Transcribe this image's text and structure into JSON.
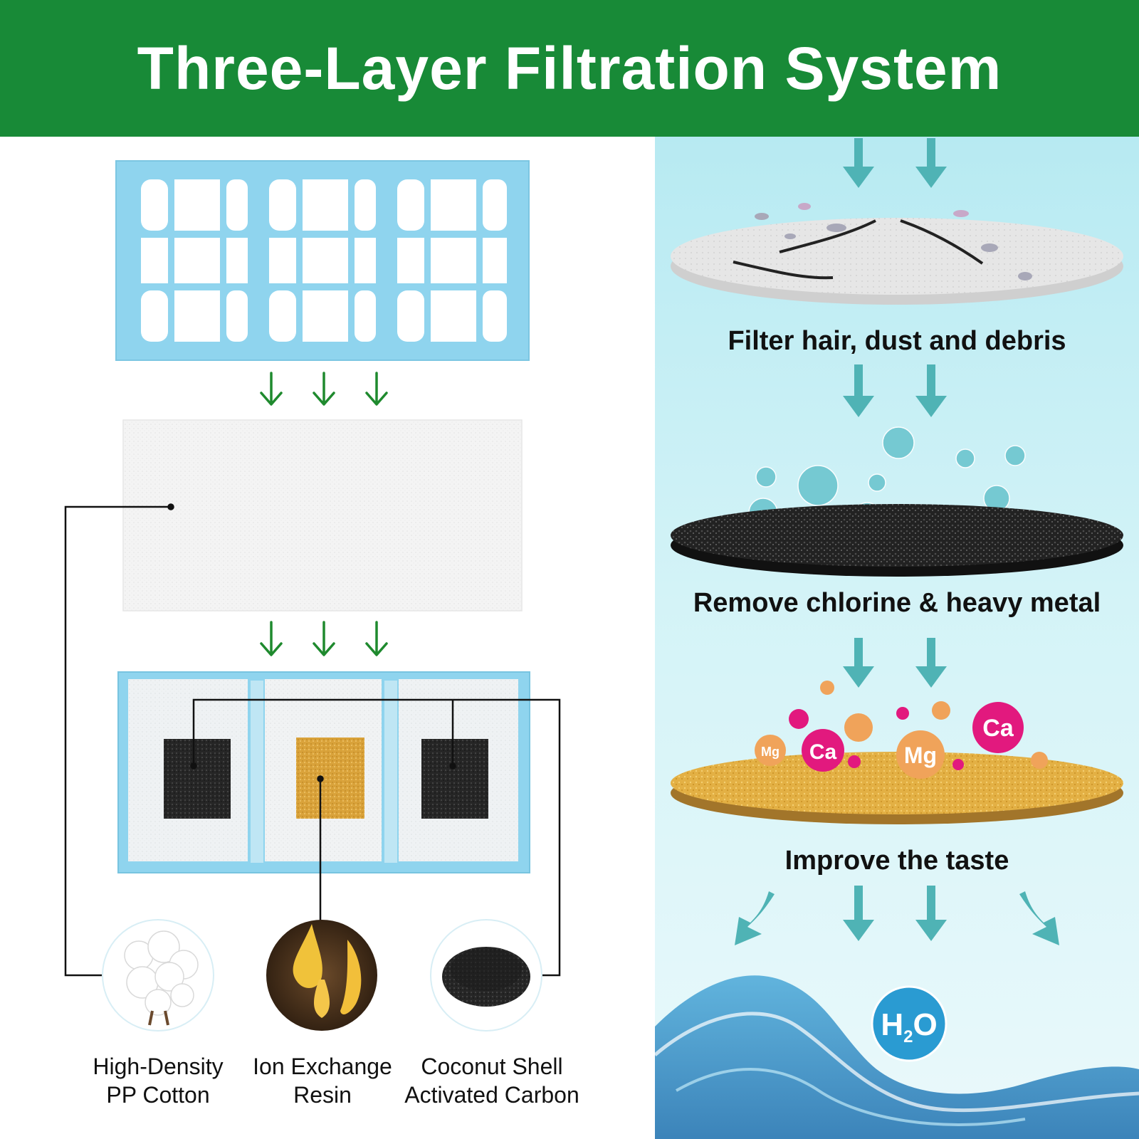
{
  "title": "Three-Layer Filtration System",
  "stages": [
    {
      "caption": "Filter hair, dust and debris"
    },
    {
      "caption": "Remove chlorine & heavy metal"
    },
    {
      "caption": "Improve the taste"
    }
  ],
  "minerals": {
    "ca": "Ca",
    "mg": "Mg"
  },
  "water": {
    "h": "H",
    "sub": "2",
    "o": "O"
  },
  "materials": [
    {
      "line1": "High-Density",
      "line2": "PP Cotton"
    },
    {
      "line1": "Ion Exchange",
      "line2": "Resin"
    },
    {
      "line1": "Coconut Shell",
      "line2": "Activated Carbon"
    }
  ],
  "colors": {
    "banner": "#188a37",
    "arrow_green": "#1f8a2e",
    "arrow_teal": "#4fb3b5",
    "frame_blue": "#8fd4ee",
    "carbon": "#2a2a2a",
    "resin": "#d9a63a",
    "magenta": "#e2197e",
    "orange": "#f0a35a"
  },
  "icons": [
    "green-down-arrow",
    "teal-down-arrow",
    "cotton-icon",
    "resin-drop-icon",
    "carbon-granules-icon",
    "bubble-icon",
    "wave-icon"
  ]
}
